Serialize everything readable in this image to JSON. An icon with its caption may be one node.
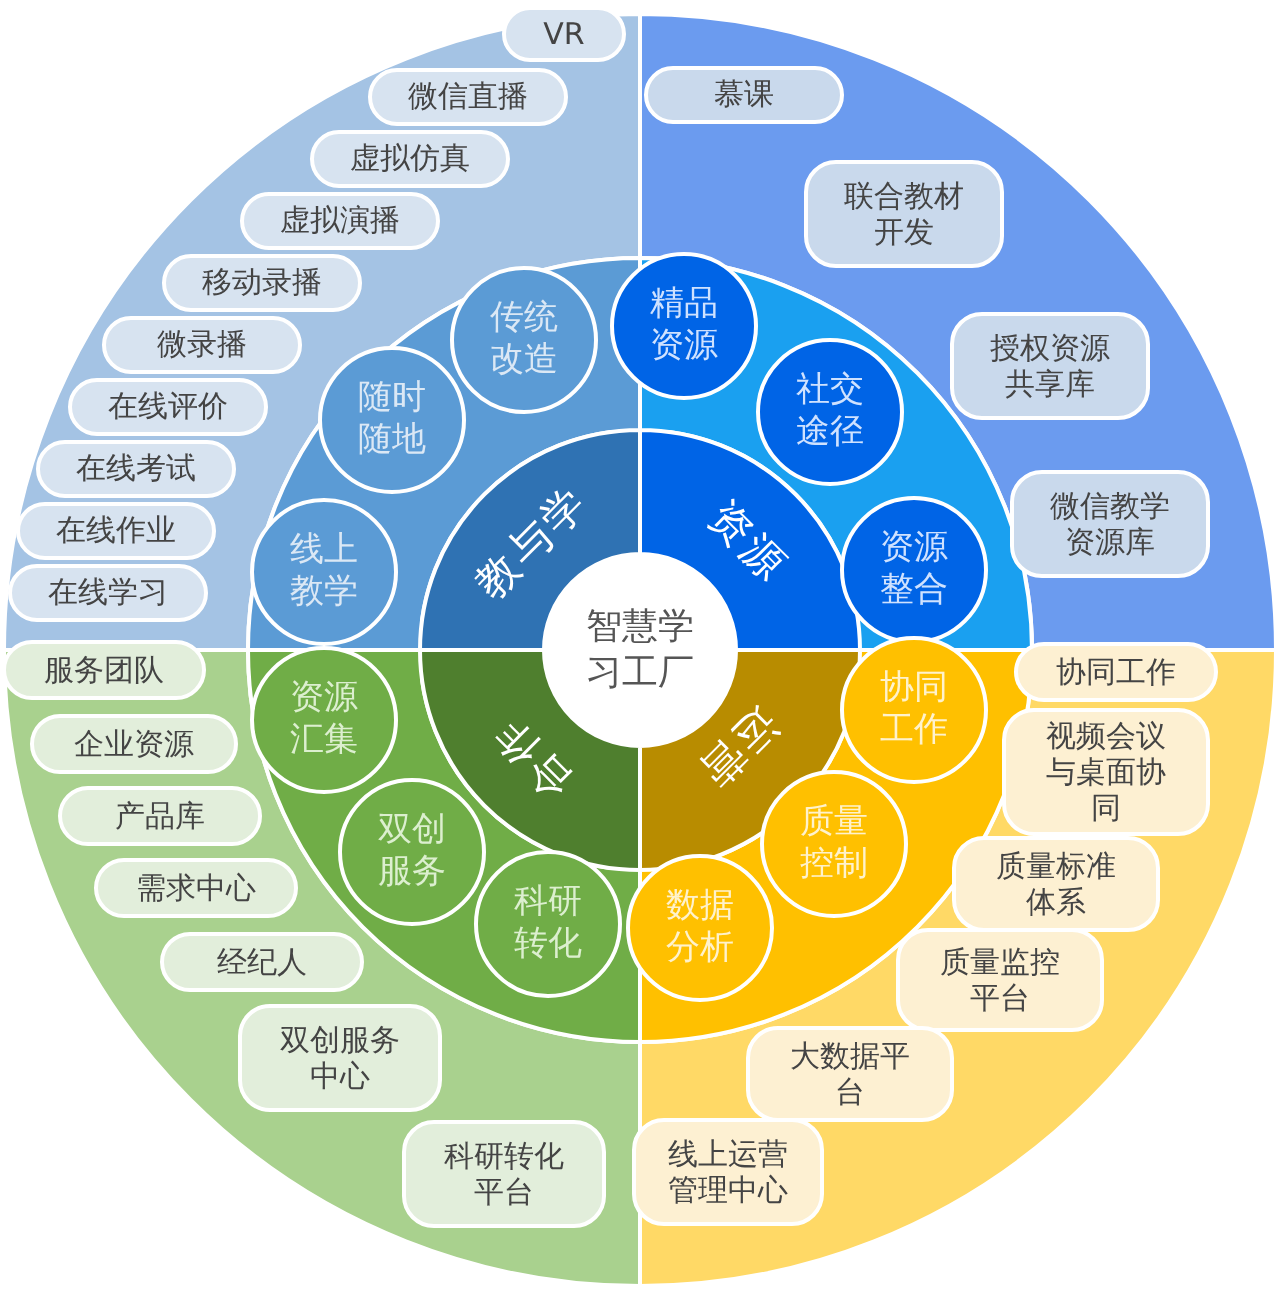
{
  "diagram": {
    "nodes": [
      {
        "text": [
          "智慧学习工厂"
        ]
      },
      {
        "text": [
          "教与学"
        ]
      },
      {
        "text": [
          "资源"
        ]
      },
      {
        "text": [
          "合作"
        ]
      },
      {
        "text": [
          "运营"
        ]
      },
      {
        "text": [
          "传统改造"
        ]
      },
      {
        "text": [
          "随时随地"
        ]
      },
      {
        "text": [
          "线上教学"
        ]
      },
      {
        "text": [
          "精品资源"
        ]
      },
      {
        "text": [
          "社交途径"
        ]
      },
      {
        "text": [
          "资源整合"
        ]
      },
      {
        "text": [
          "资源汇集"
        ]
      },
      {
        "text": [
          "双创服务"
        ]
      },
      {
        "text": [
          "科研转化"
        ]
      },
      {
        "text": [
          "协同工作"
        ]
      },
      {
        "text": [
          "质量控制"
        ]
      },
      {
        "text": [
          "数据分析"
        ]
      },
      {
        "text": [
          "VR"
        ]
      },
      {
        "text": [
          "微信直播"
        ]
      },
      {
        "text": [
          "虚拟仿真"
        ]
      },
      {
        "text": [
          "虚拟演播"
        ]
      },
      {
        "text": [
          "移动录播"
        ]
      },
      {
        "text": [
          "微录播"
        ]
      },
      {
        "text": [
          "在线评价"
        ]
      },
      {
        "text": [
          "在线考试"
        ]
      },
      {
        "text": [
          "在线作业"
        ]
      },
      {
        "text": [
          "在线学习"
        ]
      },
      {
        "text": [
          "慕课"
        ]
      },
      {
        "text": [
          "联合教材开发"
        ]
      },
      {
        "text": [
          "授权资源共享库"
        ]
      },
      {
        "text": [
          "微信教学资源库"
        ]
      },
      {
        "text": [
          "服务团队"
        ]
      },
      {
        "text": [
          "企业资源"
        ]
      },
      {
        "text": [
          "产品库"
        ]
      },
      {
        "text": [
          "需求中心"
        ]
      },
      {
        "text": [
          "经纪人"
        ]
      },
      {
        "text": [
          "双创服务中心"
        ]
      },
      {
        "text": [
          "科研转化平台"
        ]
      },
      {
        "text": [
          "协同工作"
        ]
      },
      {
        "text": [
          "视频会议与桌面协同"
        ]
      },
      {
        "text": [
          "质量标准体系"
        ]
      },
      {
        "text": [
          "质量监控平台"
        ]
      },
      {
        "text": [
          "大数据平台"
        ]
      },
      {
        "text": [
          "线上运营管理中心"
        ]
      }
    ]
  }
}
